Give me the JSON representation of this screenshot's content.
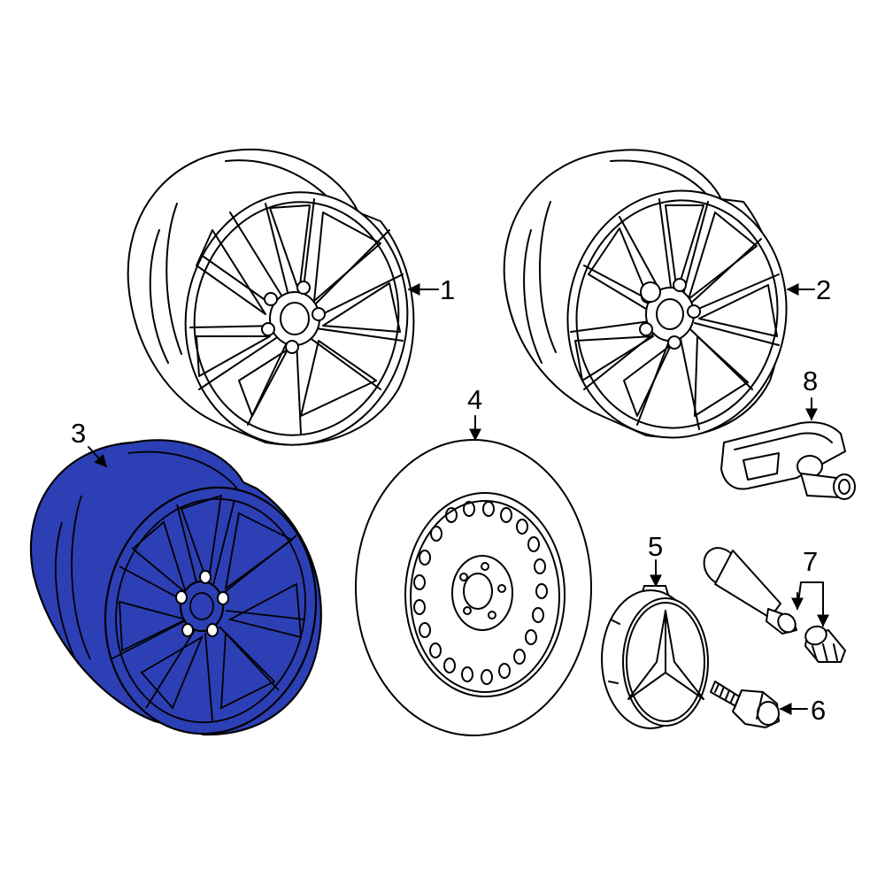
{
  "diagram": {
    "highlight_color": "#2d3fb5",
    "line_color": "#000000",
    "background": "#ffffff"
  },
  "callouts": [
    {
      "id": "1",
      "label": "1"
    },
    {
      "id": "2",
      "label": "2"
    },
    {
      "id": "3",
      "label": "3"
    },
    {
      "id": "4",
      "label": "4"
    },
    {
      "id": "5",
      "label": "5"
    },
    {
      "id": "6",
      "label": "6"
    },
    {
      "id": "7",
      "label": "7"
    },
    {
      "id": "8",
      "label": "8"
    }
  ]
}
